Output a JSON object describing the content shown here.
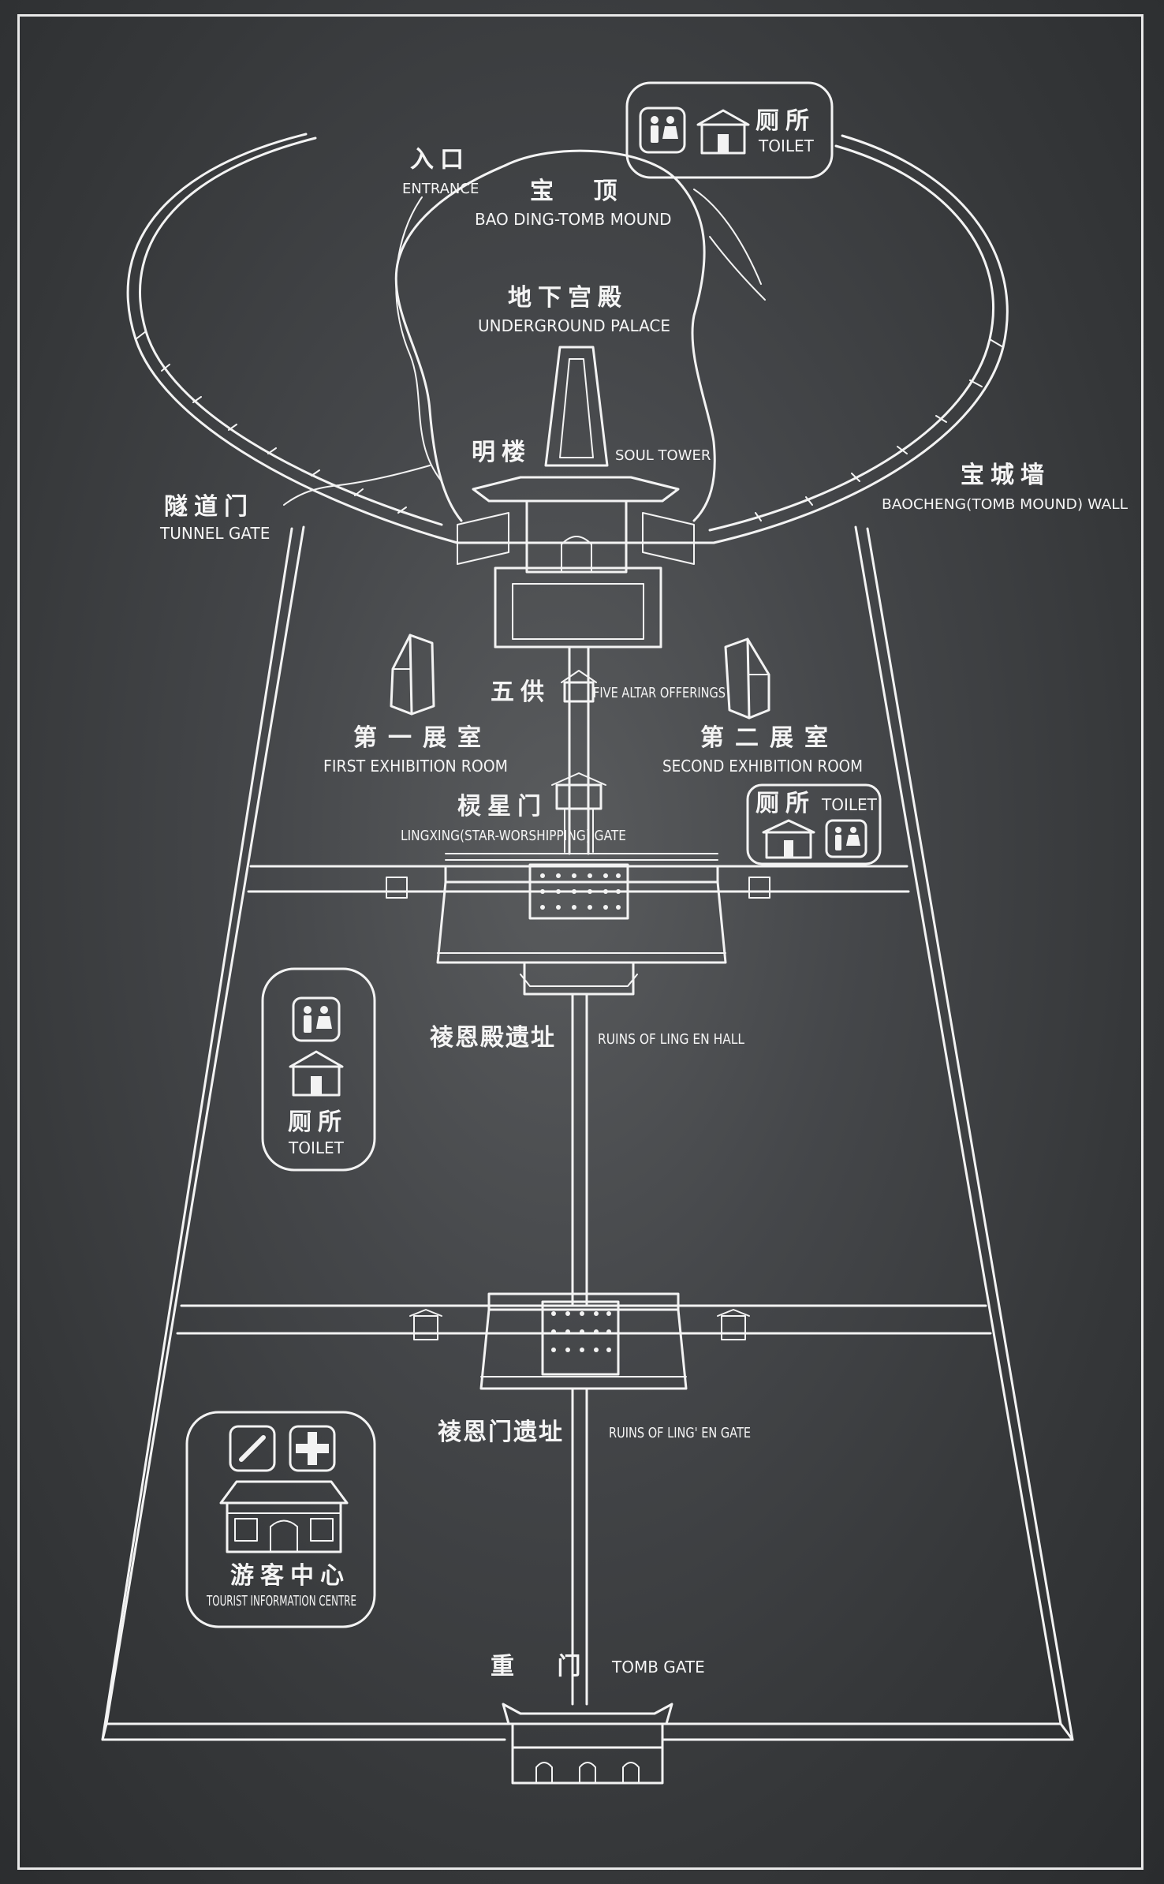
{
  "title_labels": {
    "entrance_zh": "入口",
    "entrance_en": "ENTRANCE",
    "mound_zh": "宝 顶",
    "mound_en": "BAO DING-TOMB MOUND",
    "palace_zh": "地下宫殿",
    "palace_en": "UNDERGROUND PALACE",
    "soul_tower_zh": "明楼",
    "soul_tower_en": "SOUL TOWER",
    "wall_zh": "宝城墙",
    "wall_en": "BAOCHENG(TOMB MOUND) WALL",
    "tunnel_zh": "隧道门",
    "tunnel_en": "TUNNEL GATE",
    "altar_zh": "五供",
    "altar_en": "FIVE ALTAR OFFERINGS",
    "first_room_zh": "第一展室",
    "first_room_en": "FIRST EXHIBITION ROOM",
    "second_room_zh": "第二展室",
    "second_room_en": "SECOND EXHIBITION ROOM",
    "lingxing_zh": "棂星门",
    "lingxing_en": "LINGXING(STAR-WORSHIPPING) GATE",
    "lingen_hall_zh": "祾恩殿遗址",
    "lingen_hall_en": "RUINS OF LING EN HALL",
    "lingen_gate_zh": "祾恩门遗址",
    "lingen_gate_en": "RUINS OF LING' EN GATE",
    "tomb_gate_zh": "重 门",
    "tomb_gate_en": "TOMB GATE"
  },
  "toilets": [
    {
      "zh": "厕所",
      "en": "TOILET"
    },
    {
      "zh": "厕所",
      "en": "TOILET"
    },
    {
      "zh": "厕所",
      "en": "TOILET"
    }
  ],
  "tourist_centre": {
    "zh": "游客中心",
    "en": "TOURIST INFORMATION CENTRE"
  },
  "icons": [
    "person-pair-icon",
    "house-icon",
    "phone-icon",
    "first-aid-cross-icon",
    "building-icon"
  ],
  "colors": {
    "background": "#45474a",
    "line": "#f3f3f3"
  }
}
